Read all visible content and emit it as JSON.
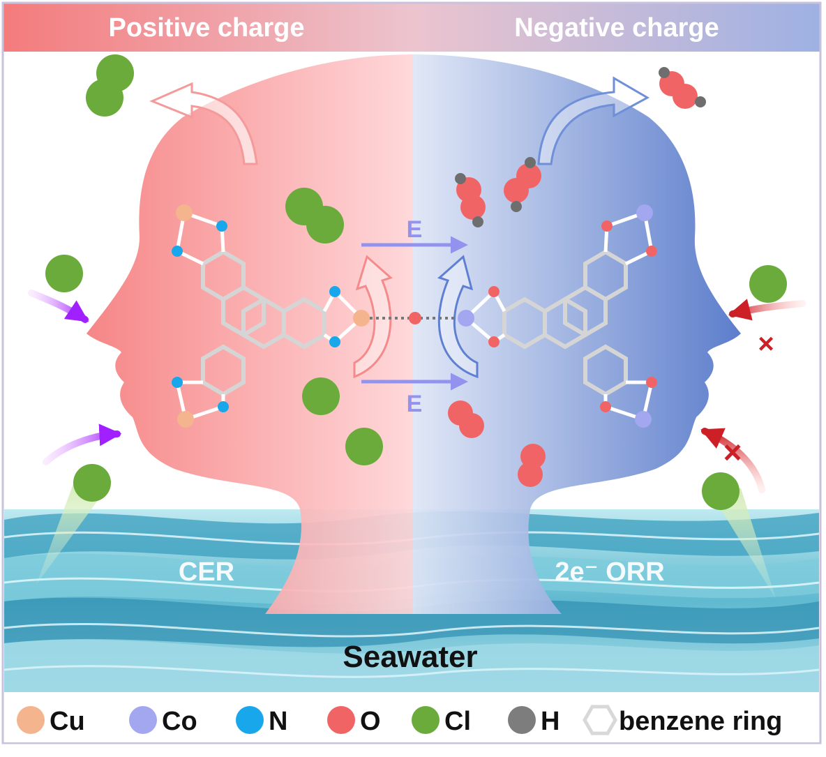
{
  "header": {
    "left_title": "Positive charge",
    "right_title": "Negative charge"
  },
  "labels": {
    "field_top": "E",
    "field_bottom": "E",
    "left_reaction": "CER",
    "right_reaction": "2e⁻ ORR",
    "medium": "Seawater",
    "blocked_mark": "×"
  },
  "legend": [
    {
      "label": "Cu",
      "color": "#f4b48e",
      "shape": "circle"
    },
    {
      "label": "Co",
      "color": "#a3a7f0",
      "shape": "circle"
    },
    {
      "label": "N",
      "color": "#17a7ea",
      "shape": "circle"
    },
    {
      "label": "O",
      "color": "#f16466",
      "shape": "circle"
    },
    {
      "label": "Cl",
      "color": "#6aab3c",
      "shape": "circle"
    },
    {
      "label": "H",
      "color": "#7d7d7d",
      "shape": "circle"
    },
    {
      "label": "benzene ring",
      "color": "#d8d8d8",
      "shape": "hexagon-icon"
    }
  ],
  "colors": {
    "positive": "#f57f7f",
    "negative": "#5b7fcf",
    "field_arrow": "#9292ef",
    "attract_arrow": "#9b33ff",
    "repel_arrow": "#cc1f26",
    "sea_dark": "#2f92b2",
    "sea_light": "#b7e6ee"
  }
}
